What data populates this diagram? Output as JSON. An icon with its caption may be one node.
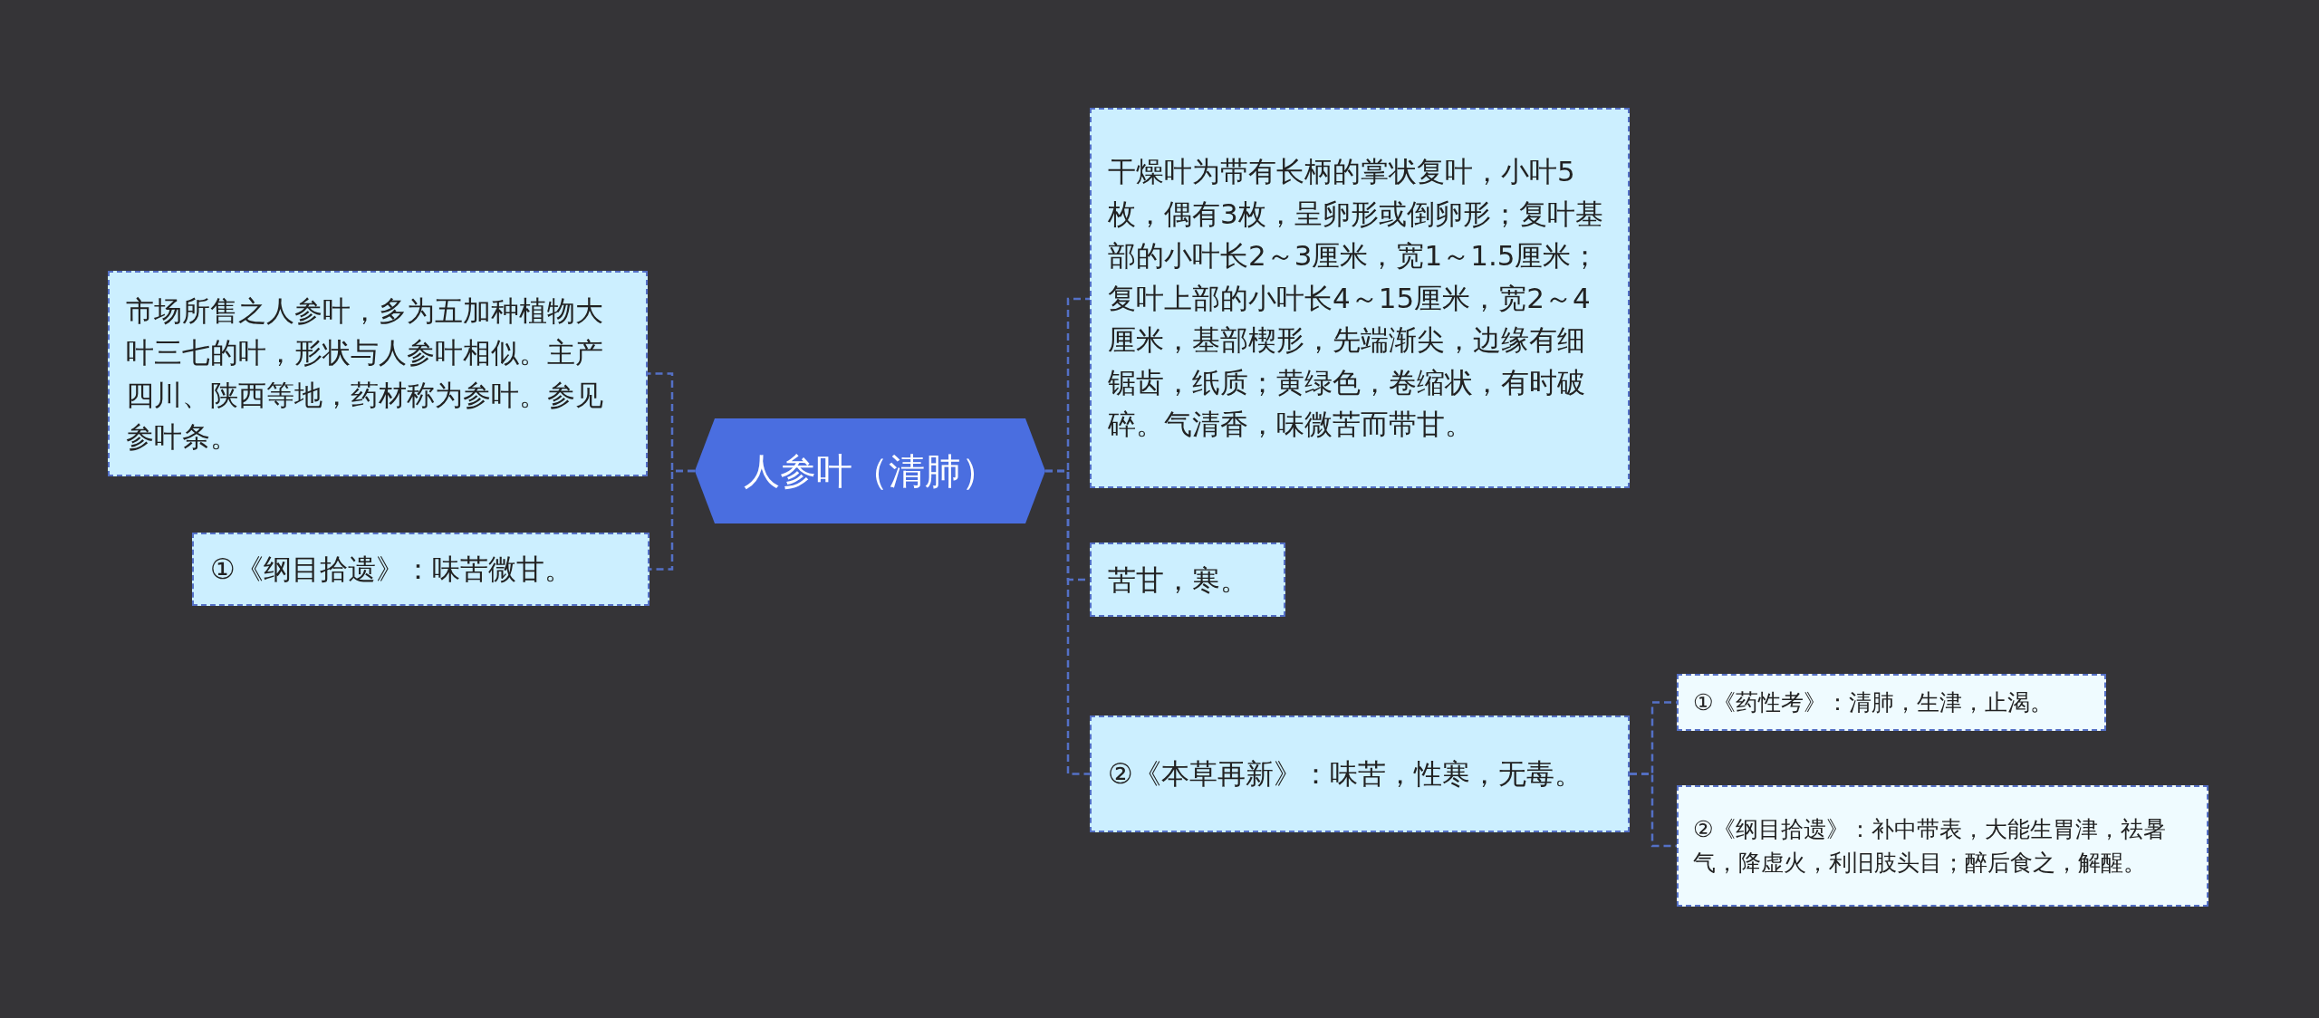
{
  "diagram": {
    "nodes": [
      {
        "text": [
          "人参叶（清肺）"
        ]
      },
      {
        "text": [
          "市场所售之人参叶，多为五加种植物大叶三七的叶，形状与人参叶相似。主产四川、陕西等地，药材称为参叶。参见参叶条。"
        ]
      },
      {
        "text": [
          "①《纲目拾遗》：味苦微甘。"
        ]
      },
      {
        "text": [
          "干燥叶为带有长柄的掌状复叶，小叶5枚，偶有3枚，呈卵形或倒卵形；复叶基部的小叶长2～3厘米，宽1～1.5厘米；复叶上部的小叶长4～15厘米，宽2～4厘米，基部楔形，先端渐尖，边缘有细锯齿，纸质；黄绿色，卷缩状，有时破碎。气清香，味微苦而带甘。"
        ]
      },
      {
        "text": [
          "苦甘，寒。"
        ]
      },
      {
        "text": [
          "②《本草再新》：味苦，性寒，无毒。"
        ]
      },
      {
        "text": [
          "①《药性考》：清肺，生津，止渴。"
        ]
      },
      {
        "text": [
          "②《纲目拾遗》：补中带表，大能生胃津，祛暑气，降虚火，利旧肢头目；醉后食之，解醒。"
        ]
      }
    ],
    "edges": [
      {
        "from": 0,
        "to": 1,
        "arrow": "none"
      },
      {
        "from": 0,
        "to": 2,
        "arrow": "none"
      },
      {
        "from": 0,
        "to": 3,
        "arrow": "none"
      },
      {
        "from": 0,
        "to": 4,
        "arrow": "none"
      },
      {
        "from": 0,
        "to": 5,
        "arrow": "none"
      },
      {
        "from": 5,
        "to": 6,
        "arrow": "none"
      },
      {
        "from": 5,
        "to": 7,
        "arrow": "none"
      }
    ]
  }
}
